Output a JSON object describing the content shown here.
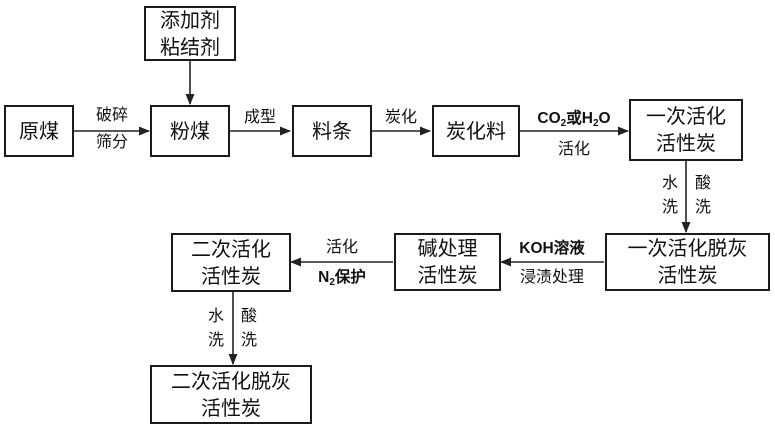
{
  "boxes": {
    "additive": [
      "添加剂",
      "粘结剂"
    ],
    "raw_coal": [
      "原煤"
    ],
    "pulverized_coal": [
      "粉煤"
    ],
    "strips": [
      "料条"
    ],
    "carbonized": [
      "炭化料"
    ],
    "primary_ac": [
      "一次活化",
      "活性炭"
    ],
    "primary_deashed": [
      "一次活化脱灰",
      "活性炭"
    ],
    "alkali_ac": [
      "碱处理",
      "活性炭"
    ],
    "secondary_ac": [
      "二次活化",
      "活性炭"
    ],
    "secondary_deashed": [
      "二次活化脱灰",
      "活性炭"
    ]
  },
  "labels": {
    "crush": [
      "破碎",
      "筛分"
    ],
    "forming": "成型",
    "carbonize": "炭化",
    "activation_gas": {
      "co": "CO",
      "co_sub": "2",
      "or": "或",
      "h": "H",
      "h_sub": "2",
      "o": "O"
    },
    "activation": "活化",
    "water_wash_1": {
      "col1": [
        "水",
        "洗"
      ],
      "col2": [
        "酸",
        "洗"
      ]
    },
    "koh": {
      "reagent": "KOH",
      "suffix": "溶液"
    },
    "impregnate": "浸渍处理",
    "activation_2": "活化",
    "n2": {
      "n": "N",
      "sub": "2",
      "suffix": "保护"
    },
    "water_wash_2": {
      "col1": [
        "水",
        "洗"
      ],
      "col2": [
        "酸",
        "洗"
      ]
    }
  }
}
